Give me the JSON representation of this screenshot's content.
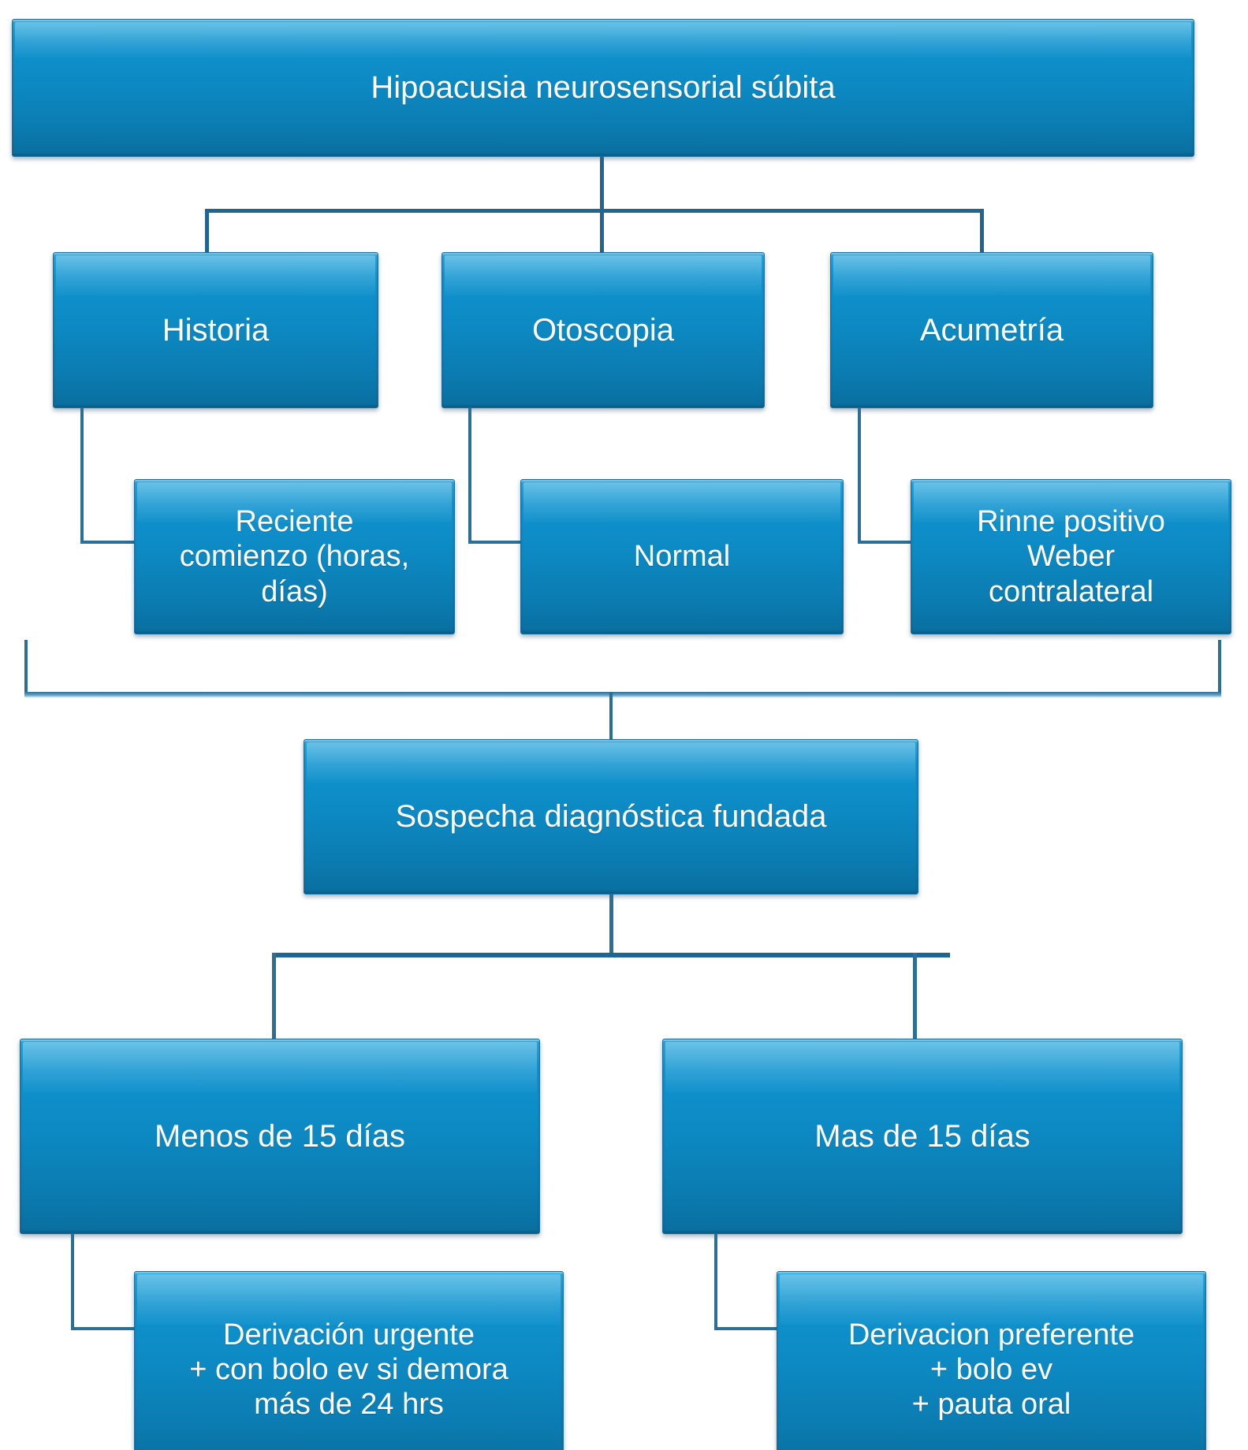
{
  "diagram": {
    "title": "Hipoacusia neurosensorial subita - algoritmo",
    "accent_box_color": "#0d8ac4",
    "connector_color": "#1f6690",
    "text_color": "#ffffff",
    "nodes": {
      "root": "Hipoacusia neurosensorial súbita",
      "historia": "Historia",
      "otoscopia": "Otoscopia",
      "acumetria": "Acumetría",
      "reciente": "Reciente\ncomienzo (horas,\ndías)",
      "normal": "Normal",
      "rinne": "Rinne positivo\nWeber\ncontralateral",
      "sospecha": "Sospecha diagnóstica fundada",
      "menos15": "Menos de 15 días",
      "mas15": "Mas de 15 días",
      "derivacion_urgente": "Derivación urgente\n+ con bolo ev si demora\nmás de 24 hrs",
      "derivacion_preferente": "Derivacion preferente\n+ bolo ev\n+ pauta oral"
    }
  }
}
